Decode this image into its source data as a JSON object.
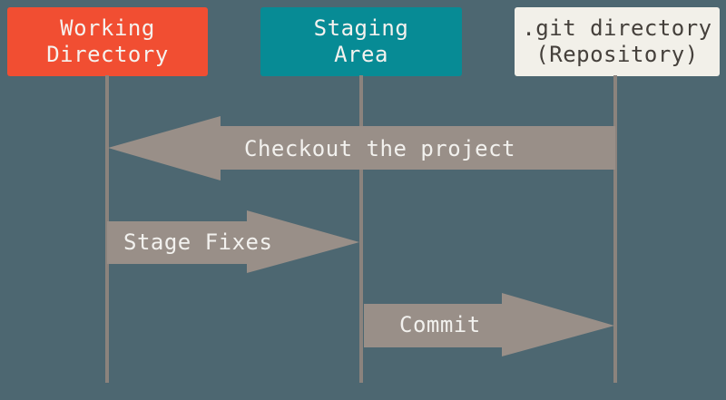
{
  "diagram": {
    "columns": [
      {
        "id": "working-directory",
        "label": "Working\nDirectory",
        "color": "#F14E32",
        "text_color": "#F5F2EF"
      },
      {
        "id": "staging-area",
        "label": "Staging\nArea",
        "color": "#078B95",
        "text_color": "#F5F2EF"
      },
      {
        "id": "git-directory",
        "label": ".git directory\n(Repository)",
        "color": "#F2F0E9",
        "text_color": "#45403B"
      }
    ],
    "arrows": [
      {
        "id": "checkout",
        "label": "Checkout the project",
        "direction": "left",
        "from": "git-directory",
        "to": "working-directory"
      },
      {
        "id": "stage-fixes",
        "label": "Stage Fixes",
        "direction": "right",
        "from": "working-directory",
        "to": "staging-area"
      },
      {
        "id": "commit",
        "label": "Commit",
        "direction": "right",
        "from": "staging-area",
        "to": "git-directory"
      }
    ],
    "colors": {
      "background": "#4D6771",
      "arrow": "#998F88",
      "lifeline": "#8B837D",
      "arrow_text": "#F2F1EE"
    }
  }
}
